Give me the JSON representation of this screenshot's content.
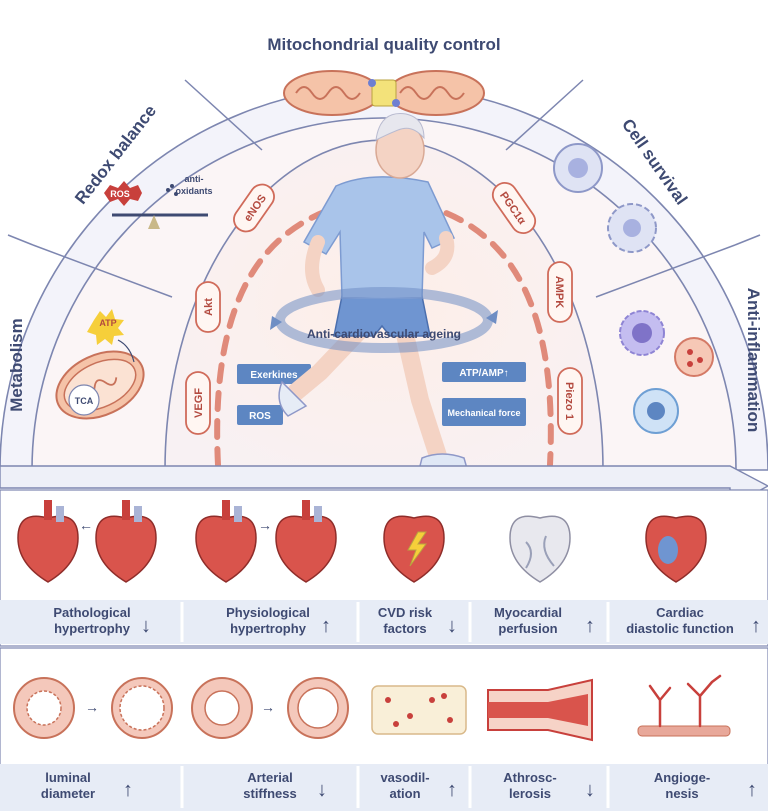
{
  "sectors": {
    "metabolism": "Metabolism",
    "redox_balance": "Redox balance",
    "mitochondrial_quality_control": "Mitochondrial quality control",
    "cell_survival": "Cell survival",
    "anti_inflammation": "Anti-inflammation"
  },
  "metabolism_panel": {
    "atp": "ATP",
    "tca": "TCA"
  },
  "redox_panel": {
    "ros": "ROS",
    "antioxidants_line1": "anti-",
    "antioxidants_line2": "oxidants"
  },
  "center": {
    "ring_label": "Anti-cardiovascular ageing",
    "pathways_left": [
      "VEGF",
      "Akt",
      "eNOS"
    ],
    "pathways_right": [
      "PGC1α",
      "AMPK",
      "Piezo 1"
    ],
    "boxes_left": [
      "Exerkines",
      "ROS"
    ],
    "boxes_right": [
      "ATP/AMP↑",
      "Mechanical force"
    ]
  },
  "cardiac_row": [
    {
      "line1": "Pathological",
      "line2": "hypertrophy",
      "arrow": "↓"
    },
    {
      "line1": "Physiological",
      "line2": "hypertrophy",
      "arrow": "↑"
    },
    {
      "line1": "CVD risk",
      "line2": "factors",
      "arrow": "↓"
    },
    {
      "line1": "Myocardial",
      "line2": "perfusion",
      "arrow": "↑"
    },
    {
      "line1": "Cardiac",
      "line2": "diastolic function",
      "arrow": "↑"
    }
  ],
  "vascular_row": [
    {
      "line1": "luminal",
      "line2": "diameter",
      "arrow": "↑"
    },
    {
      "line1": "Arterial",
      "line2": "stiffness",
      "arrow": "↓"
    },
    {
      "line1": "vasodil-",
      "line2": "ation",
      "arrow": "↑"
    },
    {
      "line1": "Athrosc-",
      "line2": "lerosis",
      "arrow": "↓"
    },
    {
      "line1": "Angioge-",
      "line2": "nesis",
      "arrow": "↑"
    }
  ],
  "colors": {
    "outline": "#7d86b0",
    "label": "#3e4a72",
    "heart_red": "#c8403c",
    "pale_pink": "#fbece7",
    "pale_blue": "#e7ecf6",
    "box_blue": "#5d86c2",
    "shirt": "#a9c4ea"
  }
}
